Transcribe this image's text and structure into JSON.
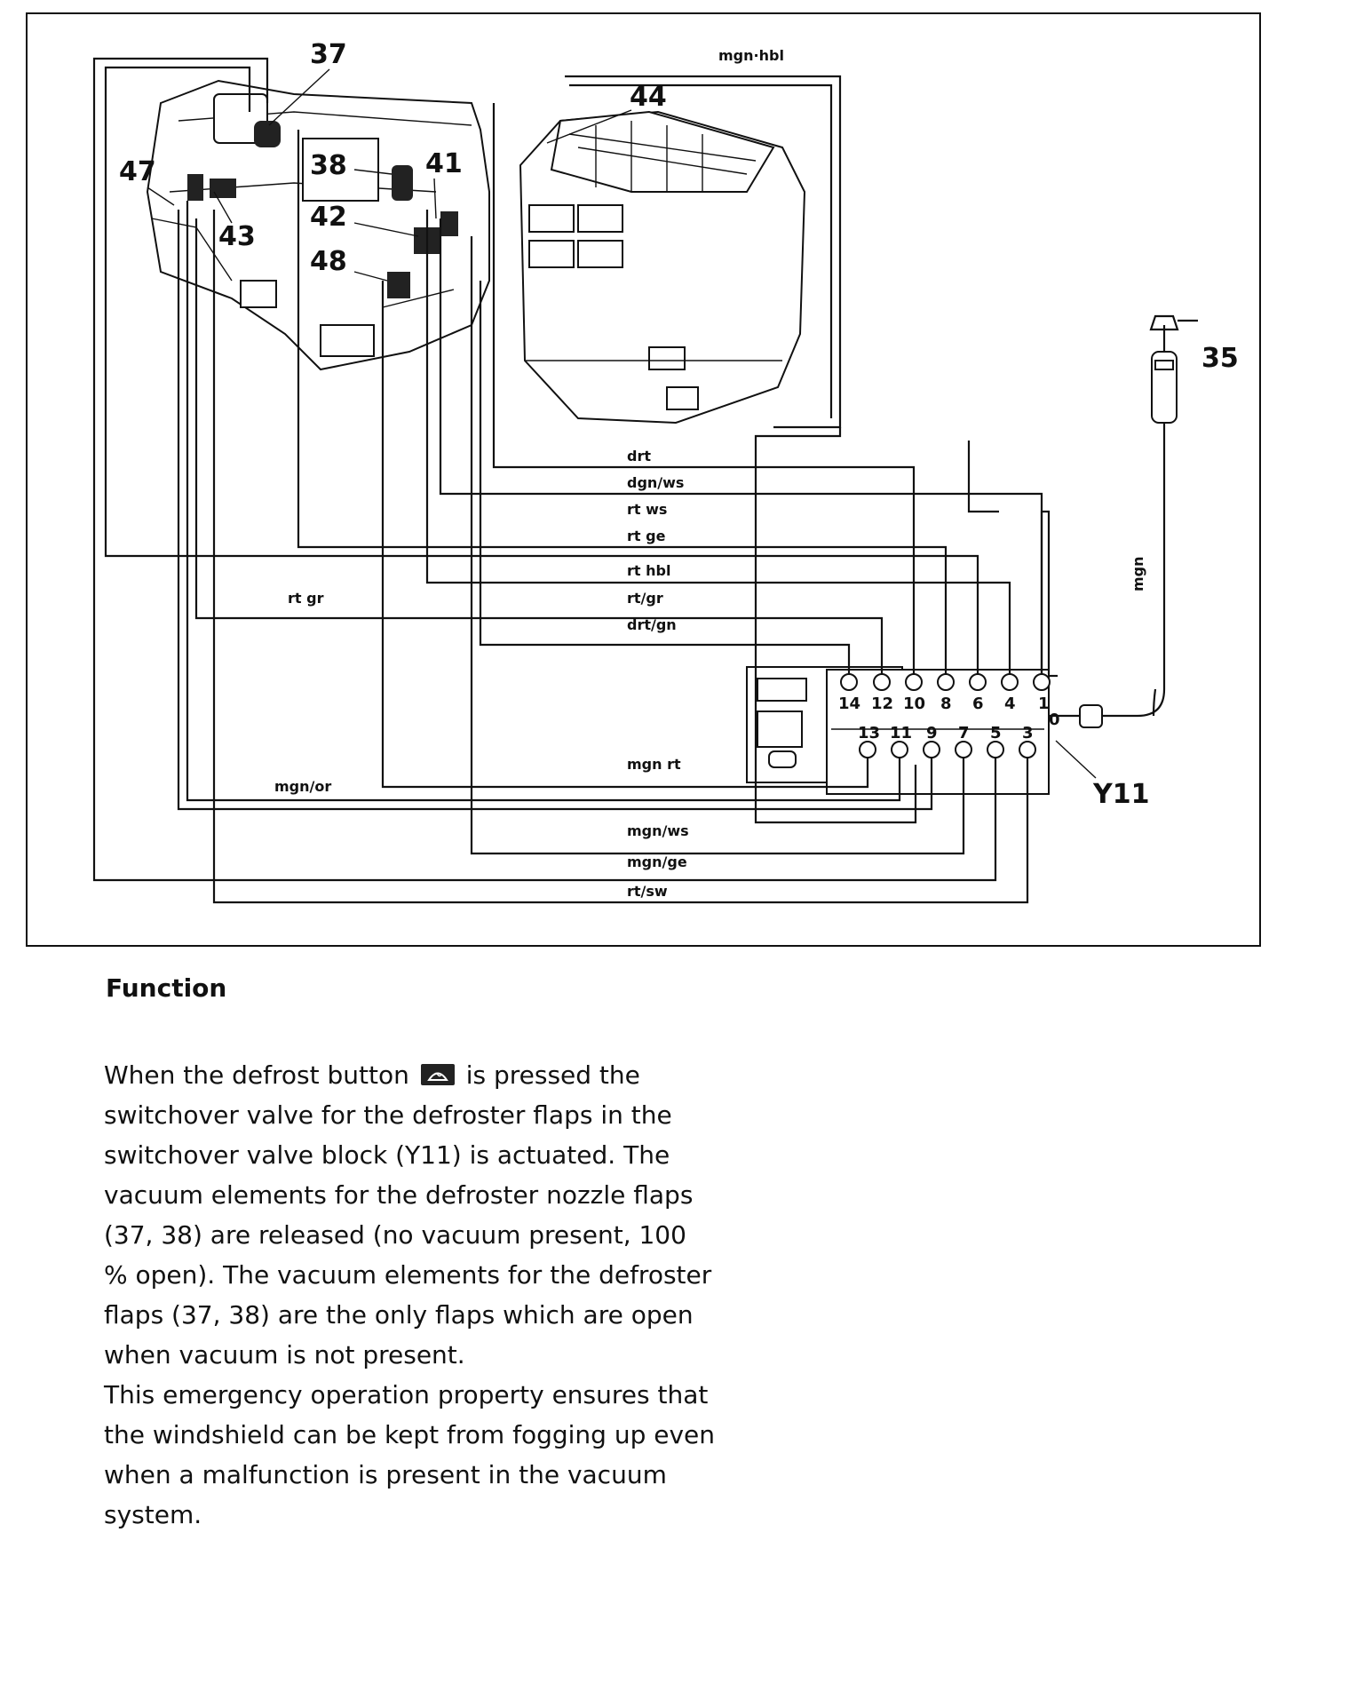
{
  "diagram": {
    "callouts": {
      "c37": "37",
      "c38": "38",
      "c41": "41",
      "c42": "42",
      "c43": "43",
      "c44": "44",
      "c47": "47",
      "c48": "48",
      "c35": "35",
      "cY11": "Y11"
    },
    "ports_top": [
      "14",
      "12",
      "10",
      "8",
      "6",
      "4",
      "1"
    ],
    "ports_bottom": [
      "13",
      "11",
      "9",
      "7",
      "5",
      "3"
    ],
    "port_zero": "0",
    "hose_codes": {
      "mgn_hbl": "mgn·hbl",
      "drt": "drt",
      "dgn_ws": "dgn/ws",
      "rt_ws": "rt ws",
      "rt_ge": "rt ge",
      "rt_hbl": "rt hbl",
      "rt_gr_center": "rt/gr",
      "rt_gr_left": "rt gr",
      "drt_gn": "drt/gn",
      "mgn_rt": "mgn rt",
      "mgn_or": "mgn/or",
      "mgn_ws": "mgn/ws",
      "mgn_ge": "mgn/ge",
      "rt_sw": "rt/sw",
      "mgn": "mgn"
    }
  },
  "function": {
    "heading": "Function",
    "text_before_icon": "When the defrost button",
    "icon": "defrost-button-icon",
    "text_after_icon": "is pressed the switchover valve for the defroster flaps in the switchover valve block (Y11) is actuated. The vacuum elements for the defroster nozzle flaps (37, 38) are released (no vacuum present, 100 % open). The vacuum elements for the defroster flaps (37, 38) are the only flaps which are open when vacuum is not present.",
    "text_second": "This emergency operation property ensures that the windshield can be kept from fogging up even when a malfunction is present in the vacuum system."
  }
}
